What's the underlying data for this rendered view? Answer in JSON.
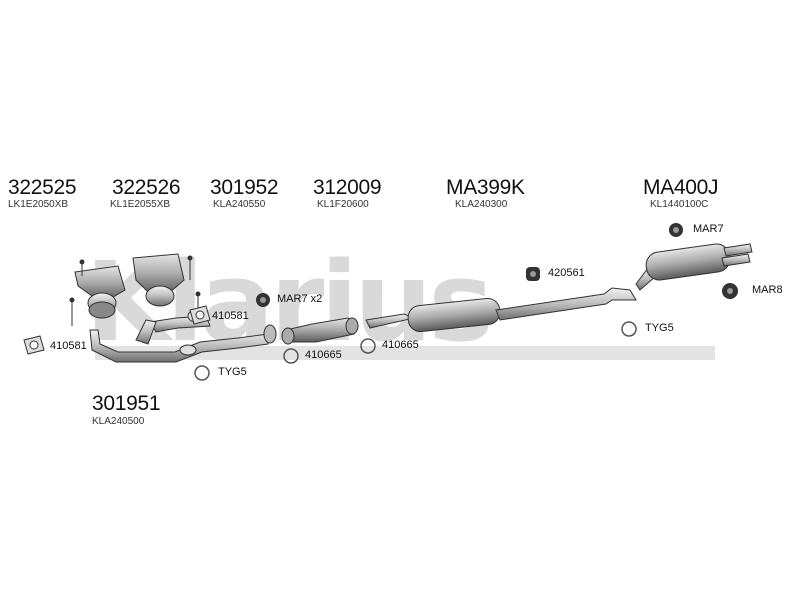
{
  "watermark": {
    "text": "Klarius"
  },
  "groups": [
    {
      "code": "322525",
      "ref": "LK1E2050XB"
    },
    {
      "code": "322526",
      "ref": "KL1E2055XB"
    },
    {
      "code": "301952",
      "ref": "KLA240550"
    },
    {
      "code": "312009",
      "ref": "KL1F20600"
    },
    {
      "code": "MA399K",
      "ref": "KLA240300"
    },
    {
      "code": "MA400J",
      "ref": "KL1440100C"
    },
    {
      "code": "301951",
      "ref": "KLA240500"
    }
  ],
  "parts": {
    "gasket_left": "410581",
    "gasket_mid": "410581",
    "mount_mar7x2": "MAR7 x2",
    "clamp_410665_a": "410665",
    "clamp_410665_b": "410665",
    "tyg5_left": "TYG5",
    "mount_420561": "420561",
    "mount_mar7": "MAR7",
    "mount_mar8": "MAR8",
    "tyg5_right": "TYG5"
  },
  "colors": {
    "line": "#333333",
    "part_fill": "#bdbdbd",
    "watermark": "#d9d9d9"
  }
}
